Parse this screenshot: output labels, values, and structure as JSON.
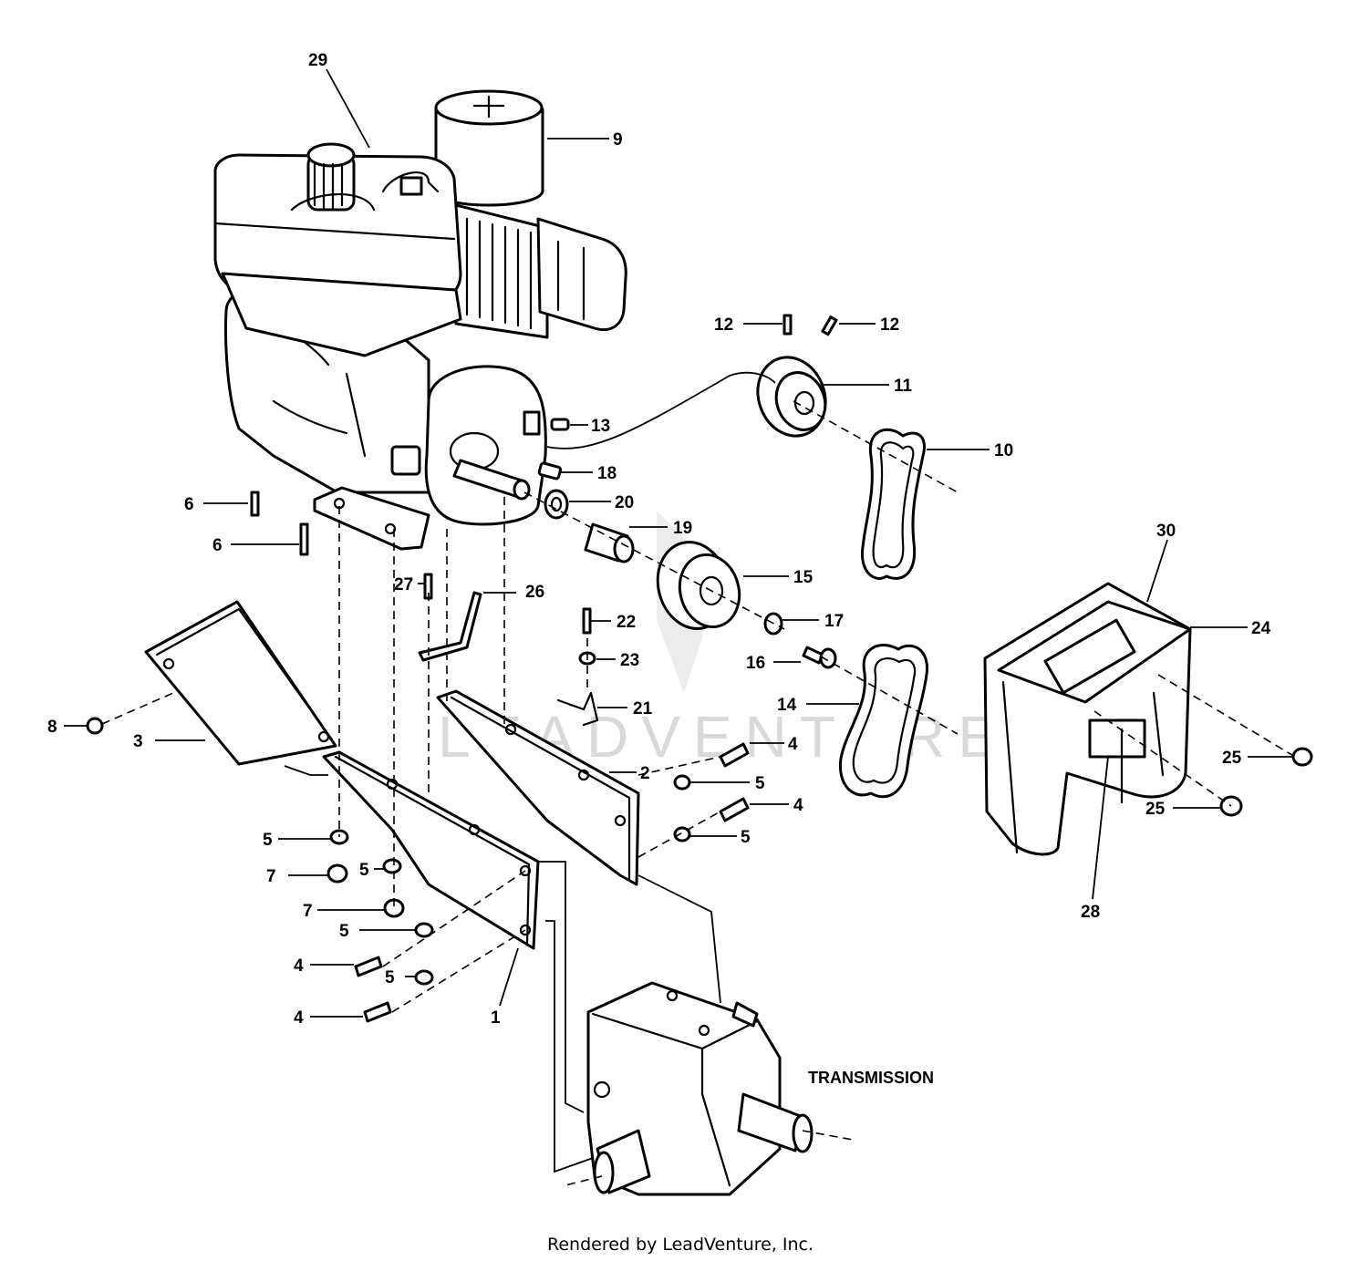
{
  "diagram": {
    "callouts": {
      "c1": "1",
      "c2": "2",
      "c3": "3",
      "c4": "4",
      "c5": "5",
      "c6": "6",
      "c7": "7",
      "c8": "8",
      "c9": "9",
      "c10": "10",
      "c11": "11",
      "c12": "12",
      "c13": "13",
      "c14": "14",
      "c15": "15",
      "c16": "16",
      "c17": "17",
      "c18": "18",
      "c19": "19",
      "c20": "20",
      "c21": "21",
      "c22": "22",
      "c23": "23",
      "c24": "24",
      "c25": "25",
      "c26": "26",
      "c27": "27",
      "c28": "28",
      "c29": "29",
      "c30": "30"
    },
    "section_label": "TRANSMISSION",
    "watermark": "LEADVENTURE",
    "footer": "Rendered by LeadVenture, Inc."
  }
}
